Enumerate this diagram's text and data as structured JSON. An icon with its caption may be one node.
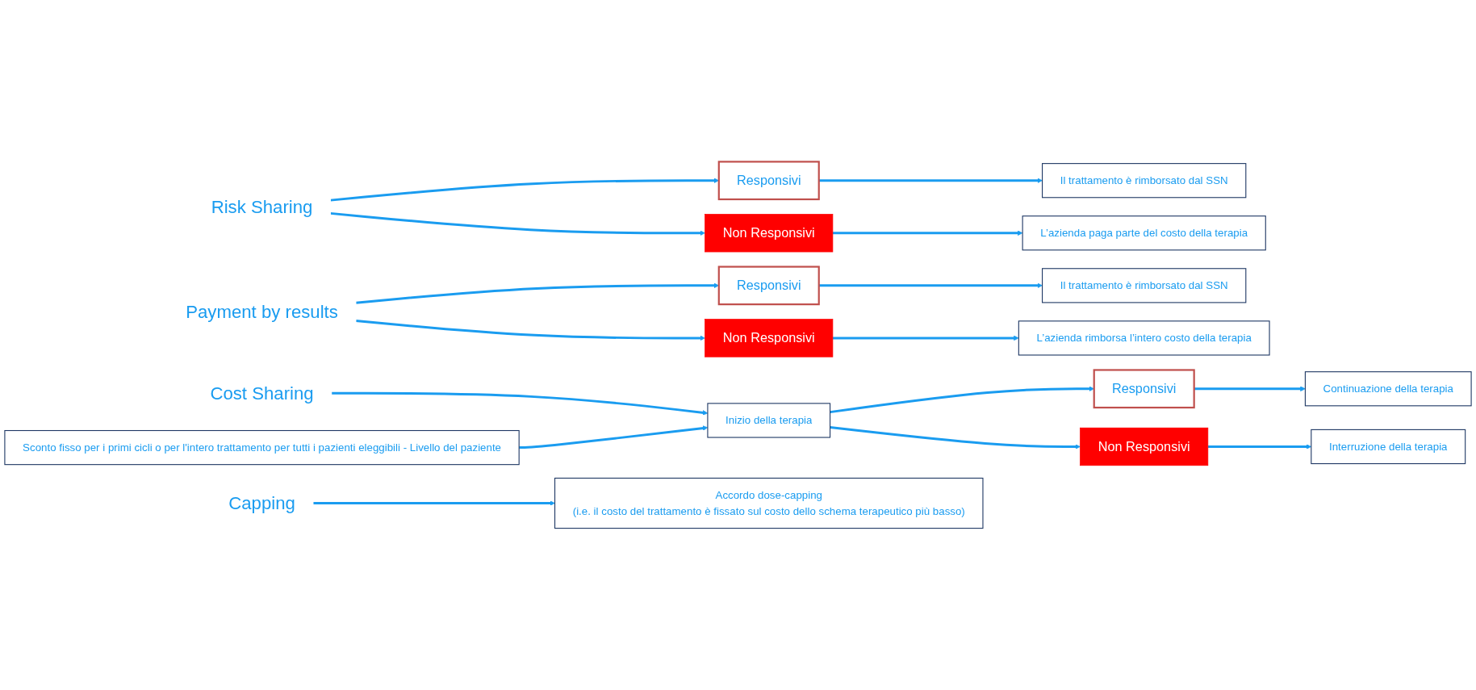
{
  "diagram": {
    "nodes": [
      {
        "text": [
          "Risk Sharing"
        ]
      },
      {
        "text": [
          "Responsivi"
        ]
      },
      {
        "text": [
          "Non Responsivi"
        ]
      },
      {
        "text": [
          "Il trattamento è rimborsato dal SSN"
        ]
      },
      {
        "text": [
          "L’azienda paga parte del costo della terapia"
        ]
      },
      {
        "text": [
          "Payment by results"
        ]
      },
      {
        "text": [
          "Responsivi"
        ]
      },
      {
        "text": [
          "Non Responsivi"
        ]
      },
      {
        "text": [
          "Il trattamento è rimborsato dal SSN"
        ]
      },
      {
        "text": [
          "L’azienda rimborsa l’intero costo della terapia"
        ]
      },
      {
        "text": [
          "Cost Sharing"
        ]
      },
      {
        "text": [
          "Inizio della terapia"
        ]
      },
      {
        "text": [
          "Responsivi"
        ]
      },
      {
        "text": [
          "Non Responsivi"
        ]
      },
      {
        "text": [
          "Continuazione della terapia"
        ]
      },
      {
        "text": [
          "Interruzione della terapia"
        ]
      },
      {
        "text": [
          "Sconto fisso per i primi cicli o per l'intero trattamento per tutti i pazienti eleggibili - Livello del paziente"
        ]
      },
      {
        "text": [
          "Capping"
        ]
      },
      {
        "text": [
          "Accordo dose-capping",
          "(i.e. il costo del trattamento è fissato sul costo dello schema terapeutico più basso)"
        ]
      }
    ],
    "edges": [
      {
        "from": 0,
        "to": 1,
        "arrow": "to"
      },
      {
        "from": 0,
        "to": 2,
        "arrow": "to"
      },
      {
        "from": 1,
        "to": 3,
        "arrow": "to"
      },
      {
        "from": 2,
        "to": 4,
        "arrow": "to"
      },
      {
        "from": 5,
        "to": 6,
        "arrow": "to"
      },
      {
        "from": 5,
        "to": 7,
        "arrow": "to"
      },
      {
        "from": 6,
        "to": 8,
        "arrow": "to"
      },
      {
        "from": 7,
        "to": 9,
        "arrow": "to"
      },
      {
        "from": 10,
        "to": 11,
        "arrow": "to"
      },
      {
        "from": 11,
        "to": 12,
        "arrow": "to"
      },
      {
        "from": 11,
        "to": 13,
        "arrow": "to"
      },
      {
        "from": 12,
        "to": 14,
        "arrow": "to"
      },
      {
        "from": 13,
        "to": 15,
        "arrow": "to"
      },
      {
        "from": 16,
        "to": 11,
        "arrow": "to"
      },
      {
        "from": 17,
        "to": 18,
        "arrow": "to"
      }
    ]
  }
}
